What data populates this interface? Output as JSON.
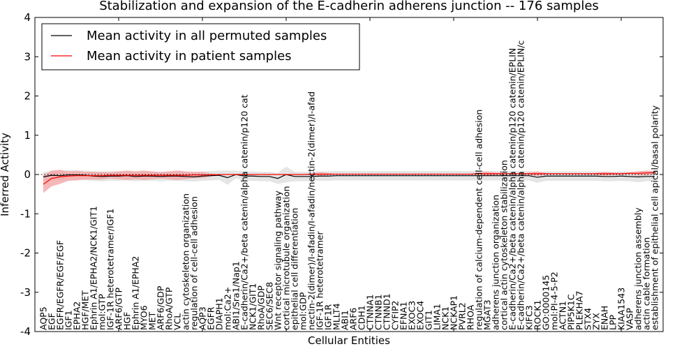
{
  "chart_data": {
    "type": "line",
    "title": "Stabilization and expansion of the E-cadherin adherens junction -- 176 samples",
    "xlabel": "Cellular Entities",
    "ylabel": "Inferred Activity",
    "ylim": [
      -4,
      4
    ],
    "xlim": [
      0,
      75
    ],
    "yticks": [
      -4,
      -3,
      -2,
      -1,
      0,
      1,
      2,
      3,
      4
    ],
    "legend_position": "top-left",
    "colors": {
      "permuted": "#000000",
      "patient": "#ff0000",
      "permuted_band": "#e5e5e5",
      "patient_band": "#f4a0a0"
    },
    "categories": [
      "AQP5",
      "EGF",
      "EGFR/EGFR/EGF/EGF",
      "IGF1",
      "EPHA2",
      "HGF/MET",
      "Ephrin A1/EPHA2/NCK1/GIT1",
      "mol:GTP",
      "IGF-1R heterotetramer/IGF1",
      "ARF6/GTP",
      "HGF",
      "Ephrin A1/EPHA2",
      "MYO6",
      "MET",
      "ARF6/GDP",
      "RhoA/GTP",
      "VCL",
      "actin cytoskeleton organization",
      "regulation of cell-cell adhesion",
      "AQP3",
      "EGFR",
      "DIAPH1",
      "mol:Ca2+",
      "ABI1/Sra1/Nap1",
      "E-cadherin/Ca2+/beta catenin/alpha catenin/p120 cat",
      "NCK1/GIT1",
      "RhoA/GDP",
      "SEC6/SEC8",
      "Wnt receptor signaling pathway",
      "cortical microtubule organization",
      "epithelial cell differentiation",
      "mol:GDP",
      "nectin-2(dimer)/I-afadin/I-afadin/nectin-2(dimer)/I-afad",
      "IGF-1R heterotetramer",
      "IGF1R",
      "MLLT4",
      "ABI1",
      "ARF6",
      "CDH1",
      "CTNNA1",
      "CTNNB1",
      "CTNND1",
      "CYFIP2",
      "EFNA1",
      "EXOC3",
      "EXOC4",
      "GIT1",
      "LIMA1",
      "NCK1",
      "NCKAP1",
      "PVRL2",
      "RHOA",
      "regulation of calcium-dependent cell-cell adhesion",
      "MGAT3",
      "adherens junction organization",
      "cortical actin cytoskeleton stabilization",
      "E-cadherin/Ca2+/beta catenin/alpha catenin/p120 catenin/EPLIN",
      "E-cadherin/Ca2+/beta catenin/alpha catenin/p120 catenin/EPLIN/c",
      "KIFC3",
      "ROCK1",
      "GO:0000145",
      "mol:PI-4-5-P2",
      "ACTN1",
      "PIP5K1C",
      "PLEKHA7",
      "STX4",
      "ZYX",
      "ENAH",
      "LPP",
      "KIAA1543",
      "VASP",
      "adherens junction assembly",
      "actin cable formation",
      "establishment of epithelial cell apical/basal polarity"
    ],
    "series": [
      {
        "name": "Mean activity in all permuted samples",
        "values": [
          -0.06,
          -0.02,
          -0.03,
          -0.01,
          -0.01,
          -0.02,
          -0.04,
          -0.05,
          -0.04,
          -0.04,
          -0.03,
          -0.05,
          -0.04,
          -0.04,
          -0.05,
          -0.04,
          -0.04,
          -0.05,
          -0.06,
          -0.04,
          -0.03,
          -0.02,
          -0.08,
          0.0,
          -0.04,
          -0.04,
          -0.05,
          -0.05,
          -0.1,
          0.0,
          -0.05,
          -0.05,
          -0.05,
          -0.04,
          -0.04,
          -0.03,
          -0.03,
          -0.03,
          -0.03,
          -0.03,
          -0.03,
          -0.03,
          -0.03,
          -0.03,
          -0.03,
          -0.03,
          -0.03,
          -0.03,
          -0.03,
          -0.03,
          -0.03,
          -0.03,
          -0.03,
          -0.03,
          -0.03,
          -0.03,
          -0.03,
          -0.03,
          -0.03,
          -0.07,
          -0.04,
          -0.04,
          -0.04,
          -0.04,
          -0.04,
          -0.04,
          -0.04,
          -0.05,
          -0.05,
          -0.04,
          -0.05,
          -0.06,
          -0.05,
          -0.05
        ],
        "band": [
          0.12,
          0.12,
          0.12,
          0.12,
          0.12,
          0.12,
          0.12,
          0.12,
          0.12,
          0.12,
          0.12,
          0.12,
          0.12,
          0.12,
          0.12,
          0.12,
          0.12,
          0.12,
          0.12,
          0.12,
          0.12,
          0.12,
          0.18,
          0.1,
          0.12,
          0.12,
          0.12,
          0.12,
          0.14,
          0.2,
          0.12,
          0.12,
          0.12,
          0.12,
          0.12,
          0.12,
          0.12,
          0.12,
          0.12,
          0.12,
          0.12,
          0.12,
          0.12,
          0.12,
          0.12,
          0.12,
          0.12,
          0.12,
          0.12,
          0.12,
          0.12,
          0.12,
          0.12,
          0.12,
          0.12,
          0.12,
          0.12,
          0.12,
          0.12,
          0.14,
          0.12,
          0.12,
          0.12,
          0.12,
          0.12,
          0.12,
          0.12,
          0.12,
          0.12,
          0.12,
          0.12,
          0.14,
          0.12,
          0.12
        ]
      },
      {
        "name": "Mean activity in patient samples",
        "values": [
          -0.25,
          -0.1,
          -0.06,
          -0.04,
          -0.03,
          -0.03,
          -0.03,
          -0.03,
          -0.02,
          -0.02,
          -0.02,
          -0.02,
          -0.02,
          -0.02,
          -0.02,
          -0.02,
          -0.02,
          -0.02,
          -0.01,
          -0.01,
          -0.01,
          0.0,
          0.0,
          0.0,
          0.0,
          0.0,
          0.0,
          0.0,
          0.0,
          0.0,
          0.0,
          0.0,
          0.01,
          0.01,
          0.01,
          0.01,
          0.01,
          0.01,
          0.01,
          0.01,
          0.01,
          0.01,
          0.01,
          0.01,
          0.01,
          0.01,
          0.01,
          0.01,
          0.01,
          0.01,
          0.01,
          0.01,
          0.02,
          0.02,
          0.02,
          0.02,
          0.02,
          0.02,
          0.02,
          0.02,
          0.02,
          0.02,
          0.02,
          0.02,
          0.02,
          0.02,
          0.02,
          0.02,
          0.02,
          0.02,
          0.03,
          0.03,
          0.04,
          0.05
        ],
        "band": [
          0.22,
          0.2,
          0.18,
          0.12,
          0.12,
          0.1,
          0.1,
          0.1,
          0.08,
          0.1,
          0.12,
          0.1,
          0.12,
          0.1,
          0.08,
          0.1,
          0.12,
          0.1,
          0.08,
          0.08,
          0.04,
          0.0,
          0.0,
          0.0,
          0.0,
          0.0,
          0.0,
          0.0,
          0.0,
          0.0,
          0.0,
          0.0,
          0.02,
          0.05,
          0.03,
          0.0,
          0.0,
          0.0,
          0.0,
          0.0,
          0.0,
          0.0,
          0.0,
          0.0,
          0.0,
          0.0,
          0.0,
          0.0,
          0.0,
          0.0,
          0.0,
          0.0,
          0.04,
          0.05,
          0.03,
          0.02,
          0.0,
          0.0,
          0.03,
          0.06,
          0.02,
          0.0,
          0.0,
          0.0,
          0.0,
          0.0,
          0.02,
          0.05,
          0.03,
          0.02,
          0.03,
          0.05,
          0.06,
          0.04
        ]
      }
    ]
  }
}
